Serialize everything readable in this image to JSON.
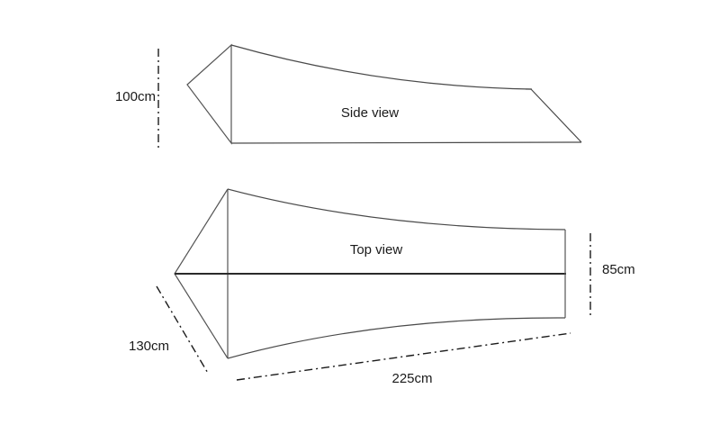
{
  "views": {
    "side": {
      "label": "Side view"
    },
    "top": {
      "label": "Top view"
    }
  },
  "dimensions": {
    "height": "100cm",
    "width_end": "85cm",
    "width_front": "130cm",
    "length": "225cm"
  },
  "colors": {
    "line": "#4a4a4a",
    "dimension_line": "#1a1a1a",
    "text": "#1a1a1a",
    "background": "#ffffff"
  }
}
